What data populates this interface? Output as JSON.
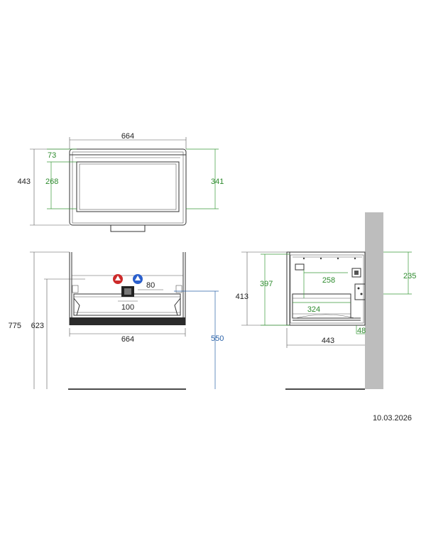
{
  "top_view": {
    "width": "664",
    "depth": "443",
    "front_offset": "73",
    "inner_depth": "268",
    "side_depth": "341"
  },
  "front_view": {
    "total_height": "775",
    "height_623": "623",
    "width": "664",
    "height_550": "550",
    "pipe_offset": "80",
    "pipe_spacing": "100"
  },
  "side_view": {
    "height_413": "413",
    "height_397": "397",
    "depth_258": "258",
    "drawer_depth": "324",
    "height_235": "235",
    "offset_48": "48",
    "depth": "443"
  },
  "date": "10.03.2026",
  "colors": {
    "green": "#2e8b2e",
    "blue": "#2a62a8",
    "hot_water": "#cc2a2a",
    "cold_water": "#2a5fcc",
    "wall": "#bdbdbd"
  }
}
